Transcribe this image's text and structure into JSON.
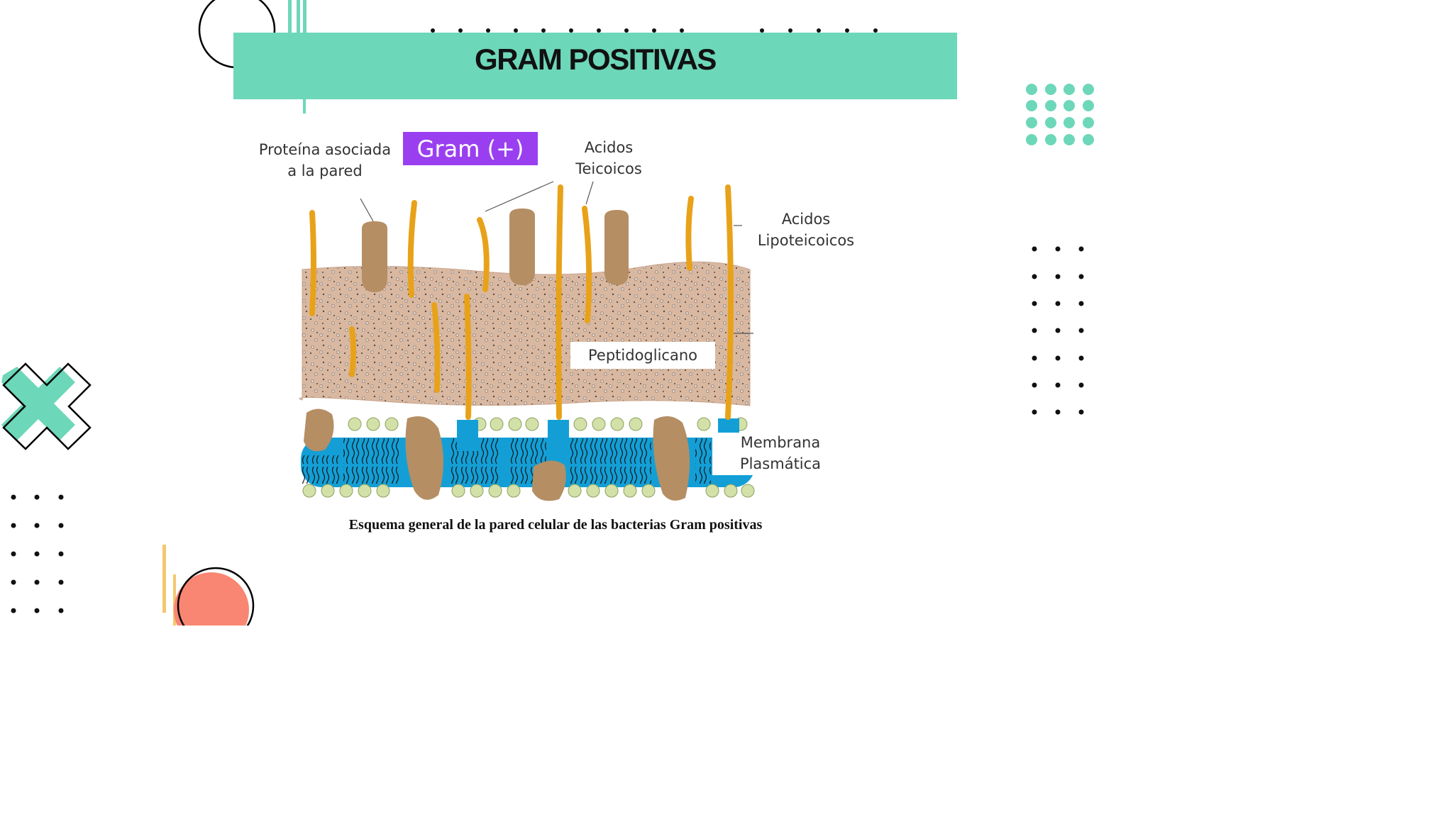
{
  "slide": {
    "title": "GRAM POSITIVAS",
    "caption": "Esquema general de la pared celular de las bacterias Gram positivas"
  },
  "diagram": {
    "badge": "Gram (+)",
    "labels": {
      "proteina_line1": "Proteína asociada",
      "proteina_line2": "a la pared",
      "teicoicos_line1": "Acidos",
      "teicoicos_line2": "Teicoicos",
      "lipoteicoicos_line1": "Acidos",
      "lipoteicoicos_line2": "Lipoteicoicos",
      "peptidoglicano": "Peptidoglicano",
      "membrana_line1": "Membrana",
      "membrana_line2": "Plasmática"
    }
  },
  "colors": {
    "accent": "#6dd7b9",
    "badge": "#9a3ff0",
    "peptidoglycan": "#d9b8a1",
    "teichoic_acid": "#e8a21a",
    "protein": "#b58e63",
    "membrane": "#139fd6",
    "lipid_head": "#d3e0a8",
    "orange_circle": "#f98672",
    "yellow_line": "#f5c76e"
  },
  "decorations": [
    "circle-outline-top",
    "teal-bars",
    "dot-row-top",
    "teal-dot-grid-right",
    "black-dot-grid-right",
    "x-shape-left",
    "black-dot-grid-left",
    "orange-circle",
    "yellow-lines"
  ]
}
